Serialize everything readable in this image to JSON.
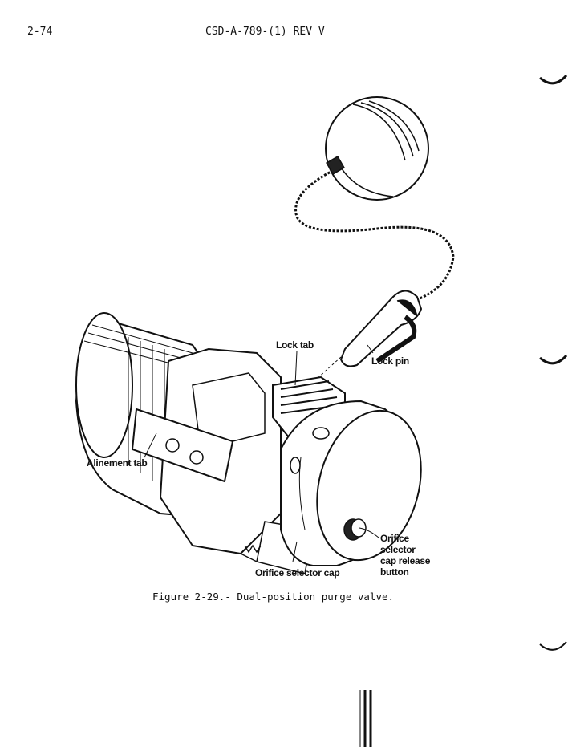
{
  "header": {
    "page_number": "2-74",
    "document_id": "CSD-A-789-(1) REV V"
  },
  "figure": {
    "labels": {
      "lock_tab": "Lock tab",
      "lock_pin": "Lock pin",
      "alinement_tab": "Alinement tab",
      "orifice_selector_cap": "Orifice selector cap",
      "release_button": [
        "Orifice",
        "selector",
        "cap release",
        "button"
      ]
    },
    "caption": "Figure 2-29.- Dual-position purge valve."
  }
}
